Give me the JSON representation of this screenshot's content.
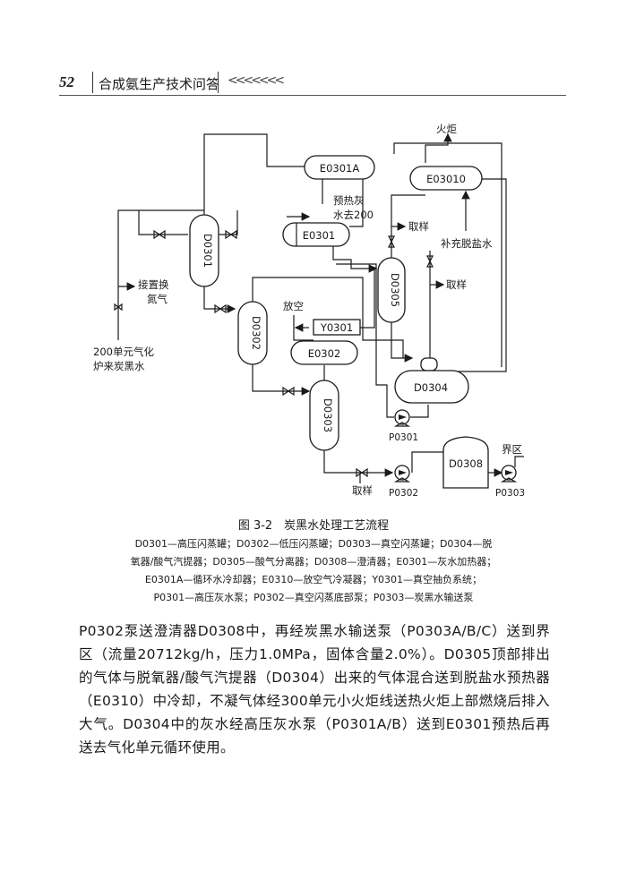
{
  "header": {
    "page_number": "52",
    "book_title": "合成氨生产技术问答",
    "ornament": "<<<<<<<"
  },
  "diagram": {
    "equipment": {
      "E0301A": "E0301A",
      "E03010": "E03010",
      "E0301": "E0301",
      "D0301": "D0301",
      "D0305": "D0305",
      "D0302": "D0302",
      "Y0301": "Y0301",
      "E0302": "E0302",
      "D0304": "D0304",
      "D0303": "D0303",
      "D0308": "D0308",
      "P0301": "P0301",
      "P0302": "P0302",
      "P0303": "P0303"
    },
    "labels": {
      "flare": "火炬",
      "preheat_line1": "预热灰",
      "preheat_line2": "水去200",
      "sample1": "取样",
      "makeup_water": "补充脱盐水",
      "sample2": "取样",
      "nitrogen_line1": "接置换",
      "nitrogen_line2": "氮气",
      "vent": "放空",
      "source_line1": "200单元气化",
      "source_line2": "炉来炭黑水",
      "sample3": "取样",
      "battery_limit": "界区"
    }
  },
  "figure": {
    "title": "图 3-2　炭黑水处理工艺流程",
    "legend_lines": [
      "D0301—高压闪蒸罐；D0302—低压闪蒸罐；D0303—真空闪蒸罐；D0304—脱",
      "氧器/酸气汽提器；D0305—酸气分离器；D0308—澄清器；E0301—灰水加热器；",
      "E0301A—循环水冷却器；E0310—放空气冷凝器；Y0301—真空抽负系统；",
      "P0301—高压灰水泵；P0302—真空闪蒸底部泵；P0303—炭黑水输送泵"
    ]
  },
  "body": {
    "paragraph": "P0302泵送澄清器D0308中，再经炭黑水输送泵（P0303A/B/C）送到界区（流量20712kg/h，压力1.0MPa，固体含量2.0%）。D0305顶部排出的气体与脱氧器/酸气汽提器（D0304）出来的气体混合送到脱盐水预热器（E0310）中冷却，不凝气体经300单元小火炬线送热火炬上部燃烧后排入大气。D0304中的灰水经高压灰水泵（P0301A/B）送到E0301预热后再送去气化单元循环使用。"
  }
}
